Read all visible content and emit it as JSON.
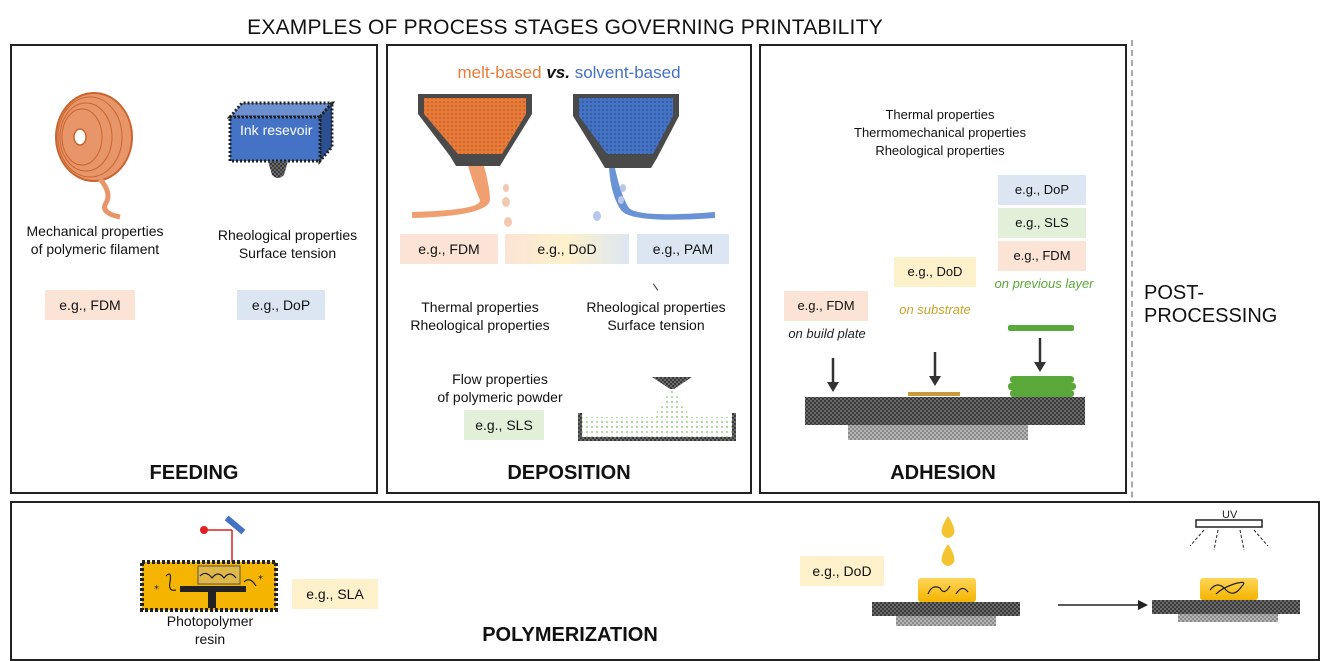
{
  "main_title": "EXAMPLES OF PROCESS STAGES GOVERNING PRINTABILITY",
  "post_processing": "POST-PROCESSING",
  "feeding": {
    "stage": "FEEDING",
    "filament_text": [
      "Mechanical properties",
      "of polymeric filament"
    ],
    "reservoir_label": "Ink resevoir",
    "reservoir_text": [
      "Rheological properties",
      "Surface tension"
    ],
    "tag_fdm": "e.g., FDM",
    "tag_dop": "e.g., DoP"
  },
  "deposition": {
    "stage": "DEPOSITION",
    "header_melt": "melt-based",
    "header_vs": "vs.",
    "header_solvent": "solvent-based",
    "tag_fdm": "e.g., FDM",
    "tag_dod": "e.g., DoD",
    "tag_pam": "e.g., PAM",
    "thermal_text": [
      "Thermal properties",
      "Rheological properties"
    ],
    "rheo_text": [
      "Rheological properties",
      "Surface tension"
    ],
    "flow_text": [
      "Flow properties",
      "of polymeric powder"
    ],
    "tag_sls": "e.g., SLS"
  },
  "adhesion": {
    "stage": "ADHESION",
    "props_text": [
      "Thermal properties",
      "Thermomechanical properties",
      "Rheological properties"
    ],
    "tag_dop": "e.g., DoP",
    "tag_sls": "e.g., SLS",
    "tag_fdm_right": "e.g., FDM",
    "tag_dod": "e.g., DoD",
    "tag_fdm_left": "e.g., FDM",
    "on_build_plate": "on build plate",
    "on_substrate": "on substrate",
    "on_previous_layer": "on previous layer"
  },
  "polymerization": {
    "stage": "POLYMERIZATION",
    "resin_text": [
      "Photopolymer",
      "resin"
    ],
    "tag_sla": "e.g., SLA",
    "tag_dod": "e.g., DoD",
    "uv_label": "UV"
  },
  "colors": {
    "melt_orange": "#e87b3a",
    "solvent_blue": "#4472c4",
    "fdm_bg": "#fbe4d6",
    "dop_bg": "#dce6f2",
    "sls_bg": "#e2efd9",
    "yellow_bg": "#fdf1cc",
    "green": "#5aa83a",
    "gold": "#c9a227"
  }
}
